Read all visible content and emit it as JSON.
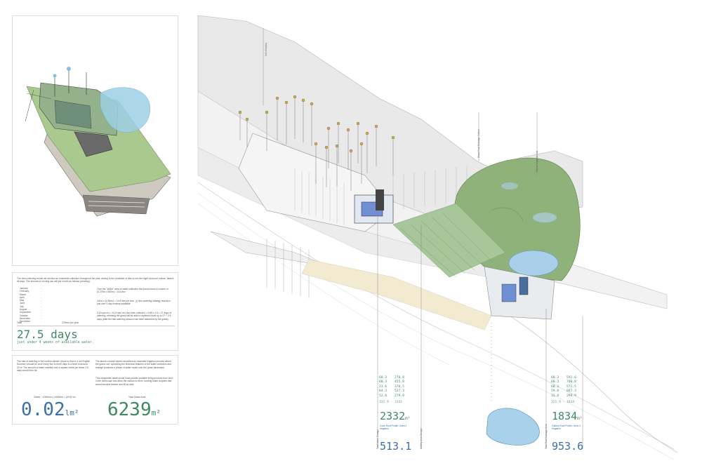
{
  "left_panel": {
    "intro_text": "The dew collecting model we set also an ensemble collection throughout the year, aiming to be constitute of dew to mix the night and pure culture, based: rill days. The amount of running can will per month as follows (mm/day):",
    "months": [
      "January",
      "February",
      "March",
      "April",
      "May",
      "June",
      "July",
      "August",
      "September",
      "October",
      "November",
      "December"
    ],
    "calc_text_1": "Over the \"600m\" area of water collection this would mean a volume of (0.279m x 600m) = 144.8m³",
    "calc_text_2": "444.6 x (1/30m²) = 14.8 litre per tree, (1) this watering strategy results in just over 9 day minimal available.",
    "calc_text_3": "3 (Crops m²) = 6 (Crops m²) (two tree collector) = 9.88 x 2.5 = 27 days of watering, meaning the grass will be able to replenish itself up to 27 + 2.5 days (after the last watering session has been absorbed by the grass).",
    "total_label": "Total",
    "total_units": "279mm per year",
    "headline_value": "27.5 days",
    "headline_subtitle": "just under 4 weeks of available water.",
    "rain_text": "The rate of watering in the current climate (close to that of a hot English Summer) should be once every two to three days to a level of around 22 m. The amount of water needed over a square metre per these 2.5 days would then be:",
    "concept_text": "The above concept sketch describes an essential irrigation process where the grass roof, spreading the technical features of the water collection and storage produces a phase of water repair over the grass landscape.",
    "concept_text_2": "This meanwhile detail would most provide portable fixing produce from form in the clubhouse and allow the visitors to them, forming water droplets that would become fresher and fill as rails.",
    "formula_left": "20mm ÷ 1000mm x 1000mm = (29.5)^m²",
    "formula_right": "Total Grass Area",
    "big_left_value": "0.02",
    "big_left_unit": "lm²",
    "big_right_value": "6239",
    "big_right_unit": "m²"
  },
  "diagram": {
    "table_left": [
      [
        "60.3",
        "278.8"
      ],
      [
        "60.3",
        "455.8"
      ],
      [
        "23.6",
        "370.5"
      ],
      [
        "64.3",
        "527.3"
      ],
      [
        "52.8",
        "279.9"
      ]
    ],
    "table_left_sum": "331.9 · 2331",
    "big_left_value": "2332",
    "big_left_unit": "m²",
    "caption_left": "Cube Roof Profile / Area 2 Irrigation",
    "bottom_left_value": "513.1",
    "table_right": [
      [
        "60.3",
        "591.6"
      ],
      [
        "60.3",
        "700.8"
      ],
      [
        "60.3",
        "571.5"
      ],
      [
        "59.8",
        "867.3"
      ],
      [
        "33.8",
        "299.9"
      ]
    ],
    "table_right_sum": "321.9 · 1834",
    "big_right_value": "1834",
    "big_right_unit": "m²",
    "caption_right": "Gallery Roof Profile / Area 3 Irrigation",
    "bottom_right_value": "953.6",
    "label_vertical_1": "Site elevation",
    "label_vertical_2": "Grass Roof Drainage Collect",
    "label_vertical_3": "Overall Irrigation Hub",
    "label_vertical_4": "Total Water Storage",
    "label_vertical_5": "Gallery Area Storage",
    "label_vertical_6": "Total Roof Drainage Area"
  }
}
